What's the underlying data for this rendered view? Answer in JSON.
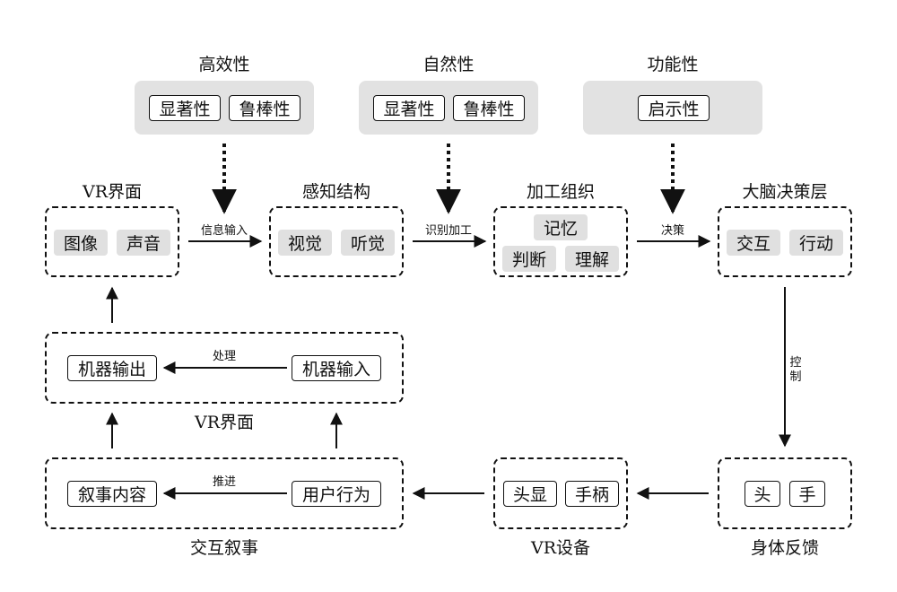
{
  "top": {
    "efficiency": {
      "title": "高效性",
      "tags": [
        "显著性",
        "鲁棒性"
      ]
    },
    "naturalness": {
      "title": "自然性",
      "tags": [
        "显著性",
        "鲁棒性"
      ]
    },
    "functionality": {
      "title": "功能性",
      "tags": [
        "启示性"
      ]
    }
  },
  "pipeline": {
    "vr_interface": {
      "title": "VR界面",
      "items": [
        "图像",
        "声音"
      ]
    },
    "perception": {
      "title": "感知结构",
      "items": [
        "视觉",
        "听觉"
      ]
    },
    "processing": {
      "title": "加工组织",
      "items": [
        "记忆",
        "判断",
        "理解"
      ]
    },
    "brain": {
      "title": "大脑决策层",
      "items": [
        "交互",
        "行动"
      ]
    }
  },
  "edges": {
    "info_input": "信息输入",
    "recognize": "识别加工",
    "decision": "决策",
    "control": "控\n制",
    "process": "处理",
    "advance": "推进"
  },
  "machine": {
    "title": "VR界面",
    "output": "机器输出",
    "input": "机器输入"
  },
  "narrative": {
    "title": "交互叙事",
    "content": "叙事内容",
    "behavior": "用户行为"
  },
  "device": {
    "title": "VR设备",
    "items": [
      "头显",
      "手柄"
    ]
  },
  "body": {
    "title": "身体反馈",
    "items": [
      "头",
      "手"
    ]
  },
  "colors": {
    "panel": "#e2e2e2",
    "chip": "#e0e0e0",
    "line": "#111111"
  }
}
